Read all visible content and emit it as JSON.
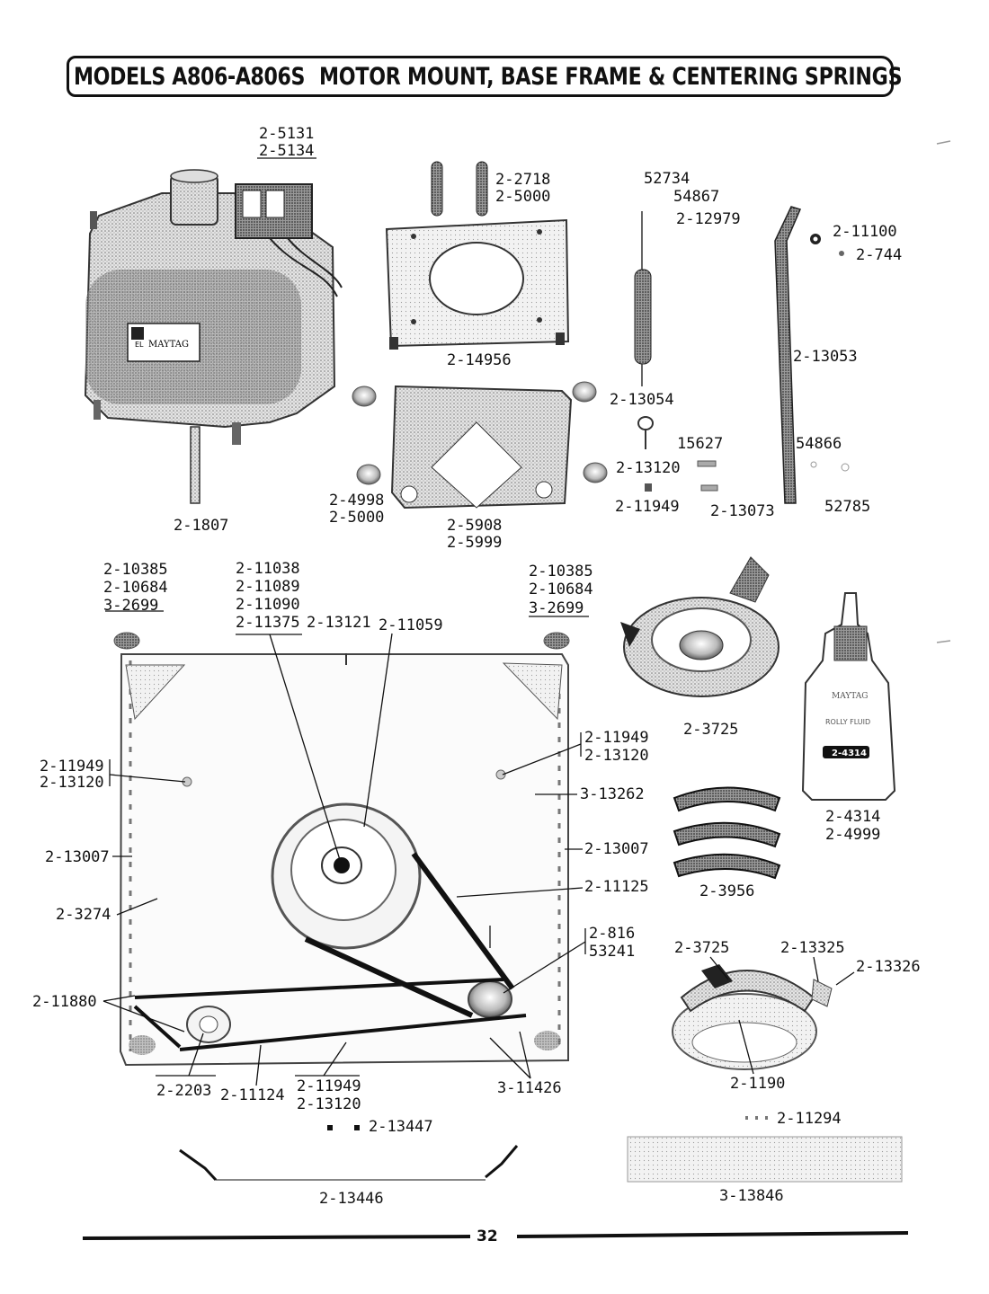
{
  "header": {
    "models": "MODELS A806-A806S",
    "section_title": "MOTOR MOUNT, BASE FRAME & CENTERING SPRINGS"
  },
  "motor": {
    "brand_badge": "MAYTAG",
    "badge_prefix": "EL",
    "part_switch_a": "2-5131",
    "part_switch_b": "2-5134",
    "part_motor": "2-1807"
  },
  "parts": {
    "p_2_2718": "2-2718",
    "p_2_5000_top": "2-5000",
    "p_2_14956": "2-14956",
    "p_2_4998": "2-4998",
    "p_2_5000_mid": "2-5000",
    "p_2_5908": "2-5908",
    "p_2_5999": "2-5999",
    "p_52734": "52734",
    "p_54867": "54867",
    "p_2_12979": "2-12979",
    "p_2_13054": "2-13054",
    "p_15627": "15627",
    "p_2_13120_a": "2-13120",
    "p_2_11949_a": "2-11949",
    "p_2_13073": "2-13073",
    "p_2_11100": "2-11100",
    "p_2_744": "2-744",
    "p_2_13053": "2-13053",
    "p_54866": "54866",
    "p_52785": "52785"
  },
  "base": {
    "left_corner": [
      "2-10385",
      "2-10684",
      "3-2699"
    ],
    "pulley_parts": [
      "2-11038",
      "2-11089",
      "2-11090",
      "2-11375"
    ],
    "p_2_13121": "2-13121",
    "p_2_11059": "2-11059",
    "right_corner": [
      "2-10385",
      "2-10684",
      "3-2699"
    ],
    "left_pair": [
      "2-11949",
      "2-13120"
    ],
    "right_pair": [
      "2-11949",
      "2-13120"
    ],
    "p_3_13262": "3-13262",
    "p_2_13007_left": "2-13007",
    "p_2_13007_right": "2-13007",
    "p_2_11125": "2-11125",
    "p_2_3274": "2-3274",
    "pump_pair": [
      "2-816",
      "53241"
    ],
    "p_2_11880": "2-11880",
    "p_2_2203": "2-2203",
    "p_2_11124": "2-11124",
    "bottom_pair": [
      "2-11949",
      "2-13120"
    ],
    "p_3_11426": "3-11426",
    "p_2_13447": "2-13447",
    "p_2_13446": "2-13446"
  },
  "right_column": {
    "p_2_3725_top": "2-3725",
    "bottle_brand": "MAYTAG",
    "bottle_text": "ROLLY FLUID",
    "bottle_badge": "2-4314",
    "p_2_4314": "2-4314",
    "p_2_4999": "2-4999",
    "p_2_3956": "2-3956",
    "p_2_3725_bot": "2-3725",
    "p_2_13325": "2-13325",
    "p_2_13326": "2-13326",
    "p_2_1190": "2-1190",
    "p_2_11294": "2-11294",
    "p_3_13846": "3-13846"
  },
  "footer": {
    "page_number": "32"
  }
}
